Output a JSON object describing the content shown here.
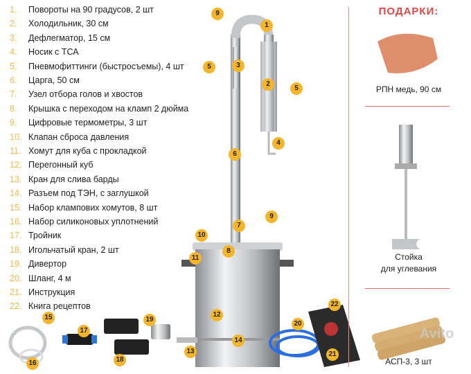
{
  "components": [
    {
      "num": "1.",
      "label": "Повороты на 90 градусов, 2 шт"
    },
    {
      "num": "2.",
      "label": "Холодильник, 30 см"
    },
    {
      "num": "3.",
      "label": "Дефлегматор, 15 см"
    },
    {
      "num": "4.",
      "label": "Носик с ТСА"
    },
    {
      "num": "5.",
      "label": "Пневмофиттинги (быстросъемы), 4 шт"
    },
    {
      "num": "6.",
      "label": "Царга, 50 см"
    },
    {
      "num": "7.",
      "label": "Узел отбора голов и хвостов"
    },
    {
      "num": "8.",
      "label": "Крышка с переходом на кламп 2 дюйма"
    },
    {
      "num": "9.",
      "label": "Цифровые термометры, 3 шт"
    },
    {
      "num": "10.",
      "label": "Клапан сброса давления"
    },
    {
      "num": "11.",
      "label": "Хомут для куба с прокладкой"
    },
    {
      "num": "12.",
      "label": "Перегонный куб"
    },
    {
      "num": "13.",
      "label": "Кран для слива барды"
    },
    {
      "num": "14.",
      "label": "Разъем под ТЭН, с заглушкой"
    },
    {
      "num": "15.",
      "label": "Набор клампових хомутов, 8 шт"
    },
    {
      "num": "16.",
      "label": "Набор силиконовых уплотнений"
    },
    {
      "num": "17.",
      "label": "Тройник"
    },
    {
      "num": "18.",
      "label": "Игольчатый кран, 2 шт"
    },
    {
      "num": "19.",
      "label": "Дивертор"
    },
    {
      "num": "20.",
      "label": "Шланг, 4 м"
    },
    {
      "num": "21.",
      "label": "Инструкция"
    },
    {
      "num": "22.",
      "label": "Книга рецептов"
    }
  ],
  "gifts": {
    "title": "ПОДАРКИ:",
    "items": [
      {
        "label": "РПН медь, 90 см"
      },
      {
        "label_line1": "Стойка",
        "label_line2": "для углевания"
      },
      {
        "label": "АСП-3, 3 шт"
      }
    ]
  },
  "callouts": [
    "9",
    "1",
    "3",
    "5",
    "2",
    "5",
    "4",
    "6",
    "9",
    "7",
    "10",
    "8",
    "11",
    "12",
    "14",
    "13",
    "15",
    "17",
    "19",
    "16",
    "18",
    "20",
    "22",
    "21"
  ],
  "watermark": "Avito",
  "colors": {
    "number": "#f3bb4a",
    "badge": "#f3b52d",
    "gift_title": "#e04646",
    "divider": "#e26a6a"
  }
}
